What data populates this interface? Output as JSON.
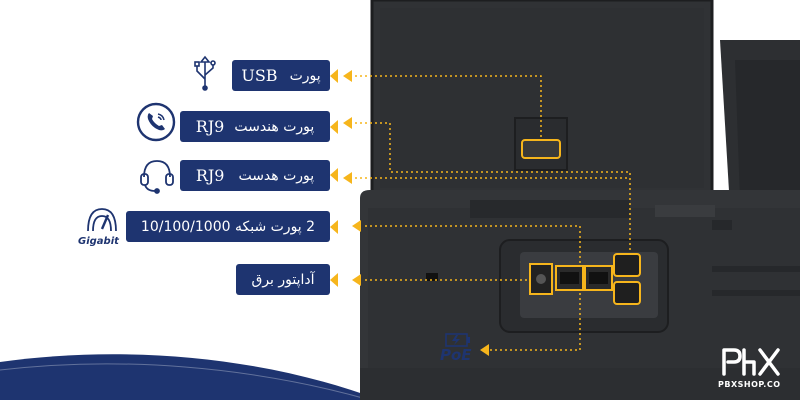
{
  "labels": {
    "usb": {
      "fa": "پورت",
      "en": "USB"
    },
    "rj9_handset": {
      "fa": "پورت هندست",
      "en": "RJ9"
    },
    "rj9_headset": {
      "fa": "پورت هدست",
      "en": "RJ9"
    },
    "network": {
      "text": "2 پورت شبکه 10/100/1000"
    },
    "power": {
      "text": "آداپتور برق"
    }
  },
  "icons": {
    "usb": "usb-icon",
    "handset": "handset-phone-icon",
    "headset": "headset-icon",
    "gigabit": "gigabit-speedometer-icon",
    "poe": "poe-battery-icon"
  },
  "badges": {
    "gigabit": "Gigabit",
    "poe": "PoE"
  },
  "brand": {
    "logo_text": "PBX",
    "site": "PBXSHOP.CO"
  },
  "colors": {
    "label_bg": "#1e3470",
    "accent": "#f6b51c",
    "device": "#2b2d30",
    "wave": "#1e3470"
  }
}
